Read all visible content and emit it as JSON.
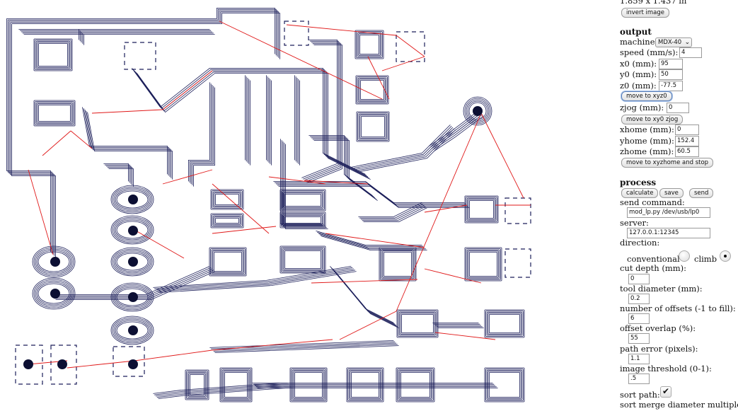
{
  "image_info": {
    "size_text": "1.859 x 1.437 in",
    "invert_button": "invert image"
  },
  "output": {
    "heading": "output",
    "machine_label": "machine",
    "machine_value": "MDX-40",
    "speed_label": "speed (mm/s):",
    "speed_value": "4",
    "x0_label": "x0 (mm):",
    "x0_value": "95",
    "y0_label": "y0 (mm):",
    "y0_value": "50",
    "z0_label": "z0 (mm):",
    "z0_value": "-77.5",
    "move_xyz0_button": "move to xyz0",
    "zjog_label": "zjog (mm):",
    "zjog_value": "0",
    "move_xy0_button": "move to xy0 zjog",
    "xhome_label": "xhome (mm):",
    "xhome_value": "0",
    "yhome_label": "yhome (mm):",
    "yhome_value": "152.4",
    "zhome_label": "zhome (mm):",
    "zhome_value": "60.5",
    "move_home_button": "move to xyzhome and stop"
  },
  "process": {
    "heading": "process",
    "calculate_button": "calculate",
    "save_button": "save",
    "send_button": "send",
    "send_command_label": "send command:",
    "send_command_value": "mod_lp.py /dev/usb/lp0",
    "server_label": "server:",
    "server_value": "127.0.0.1:12345",
    "direction_label": "direction:",
    "conventional_label": "conventional",
    "climb_label": "climb",
    "direction_selected": "climb",
    "cut_depth_label": "cut depth (mm):",
    "cut_depth_value": "0",
    "tool_diameter_label": "tool diameter (mm):",
    "tool_diameter_value": "0.2",
    "offsets_label": "number of offsets (-1 to fill):",
    "offsets_value": "6",
    "overlap_label": "offset overlap (%):",
    "overlap_value": "55",
    "path_error_label": "path error (pixels):",
    "path_error_value": "1.1",
    "threshold_label": "image threshold (0-1):",
    "threshold_value": ".5",
    "sort_path_label": "sort path:",
    "sort_path_checked": "✔",
    "sort_merge_label": "sort merge diameter multiple:"
  },
  "colors": {
    "toolpath": "#1c1f5a",
    "travel": "#e01818",
    "via": "#0c0f33"
  }
}
